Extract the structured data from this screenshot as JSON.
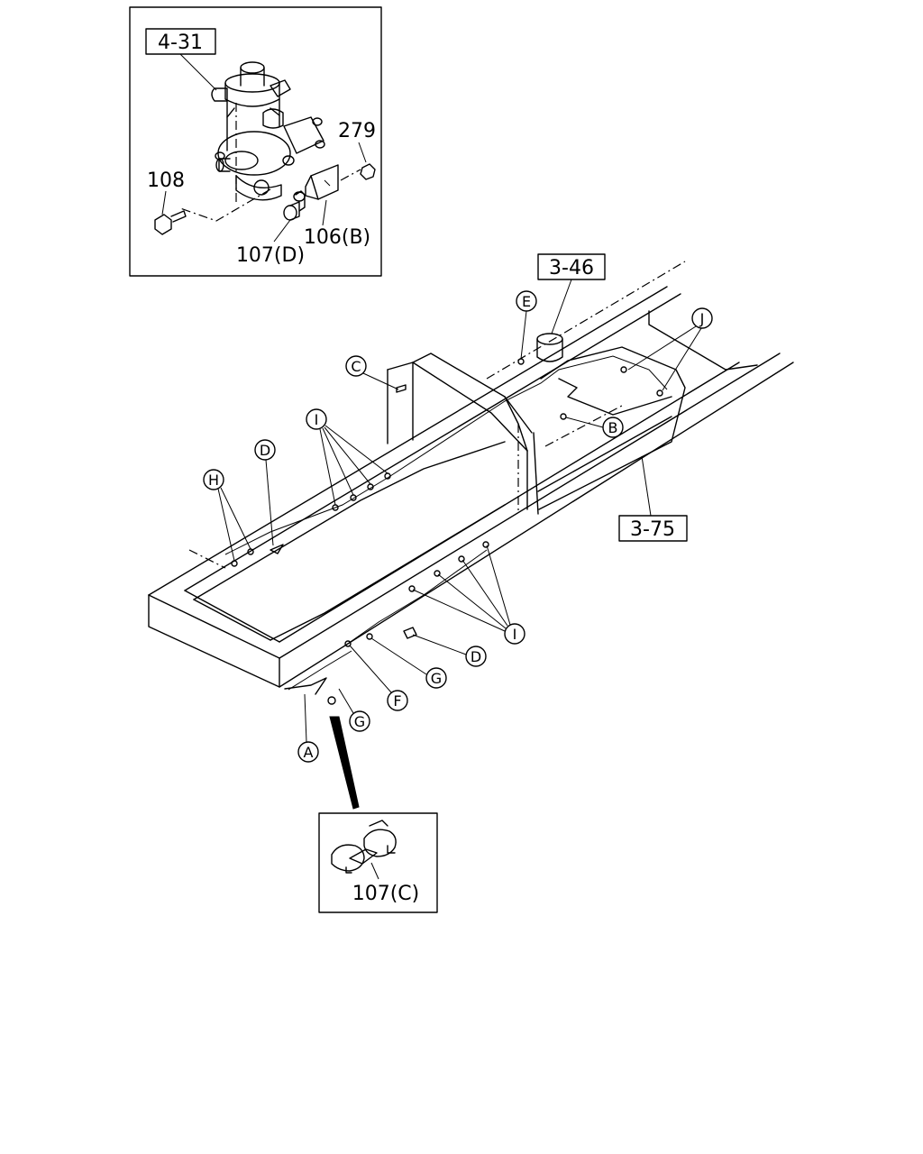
{
  "refs": {
    "sec_4_31": "4-31",
    "sec_3_46": "3-46",
    "sec_3_75": "3-75"
  },
  "parts": {
    "p279": "279",
    "p108": "108",
    "p106b": "106(B)",
    "p107d": "107(D)",
    "p107c": "107(C)"
  },
  "markers": {
    "A": "A",
    "B": "B",
    "C": "C",
    "D": "D",
    "E": "E",
    "F": "F",
    "G": "G",
    "H": "H",
    "I": "I",
    "J": "J"
  }
}
